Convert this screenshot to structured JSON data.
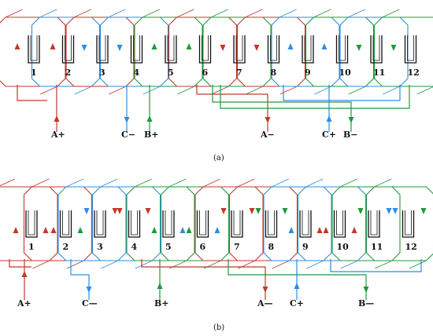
{
  "colors": {
    "phase_a": "#c0392b",
    "phase_b": "#1f9a3a",
    "phase_c": "#2e8ee0",
    "slot": "#111111"
  },
  "diagram_a": {
    "caption": "(a)",
    "slot_numbers": [
      "1",
      "2",
      "3",
      "4",
      "5",
      "6",
      "7",
      "8",
      "9",
      "10",
      "11",
      "12"
    ],
    "terminals": [
      {
        "label": "A+",
        "phase": "a"
      },
      {
        "label": "C−",
        "phase": "c"
      },
      {
        "label": "B+",
        "phase": "b"
      },
      {
        "label": "A−",
        "phase": "a"
      },
      {
        "label": "C+",
        "phase": "c"
      },
      {
        "label": "B−",
        "phase": "b"
      }
    ]
  },
  "diagram_b": {
    "caption": "(b)",
    "slot_numbers": [
      "1",
      "2",
      "3",
      "4",
      "5",
      "6",
      "7",
      "8",
      "9",
      "10",
      "11",
      "12"
    ],
    "terminals": [
      {
        "label": "A+",
        "phase": "a"
      },
      {
        "label": "C—",
        "phase": "c"
      },
      {
        "label": "B+",
        "phase": "b"
      },
      {
        "label": "A—",
        "phase": "a"
      },
      {
        "label": "C+",
        "phase": "c"
      },
      {
        "label": "B—",
        "phase": "b"
      }
    ]
  }
}
